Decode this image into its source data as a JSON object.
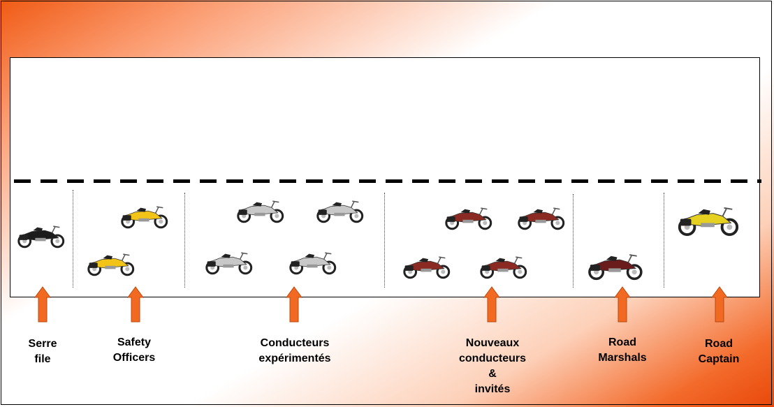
{
  "groups": [
    {
      "label": "Serre\nfile"
    },
    {
      "label": "Safety\nOfficers"
    },
    {
      "label": "Conducteurs\nexpérimentés"
    },
    {
      "label": "Nouveaux\nconducteurs\n&\ninvités"
    },
    {
      "label": "Road\nMarshals"
    },
    {
      "label": "Road\nCaptain"
    }
  ],
  "colors": {
    "arrow": "#f26a22",
    "arrow_border": "#b84a10",
    "bike_black": "#1c1c1c",
    "bike_yellow": "#f2c418",
    "bike_silver": "#c8c8c8",
    "bike_red": "#8a2a22",
    "bike_maroon": "#6a1c1c",
    "bike_gold": "#e6d020"
  }
}
